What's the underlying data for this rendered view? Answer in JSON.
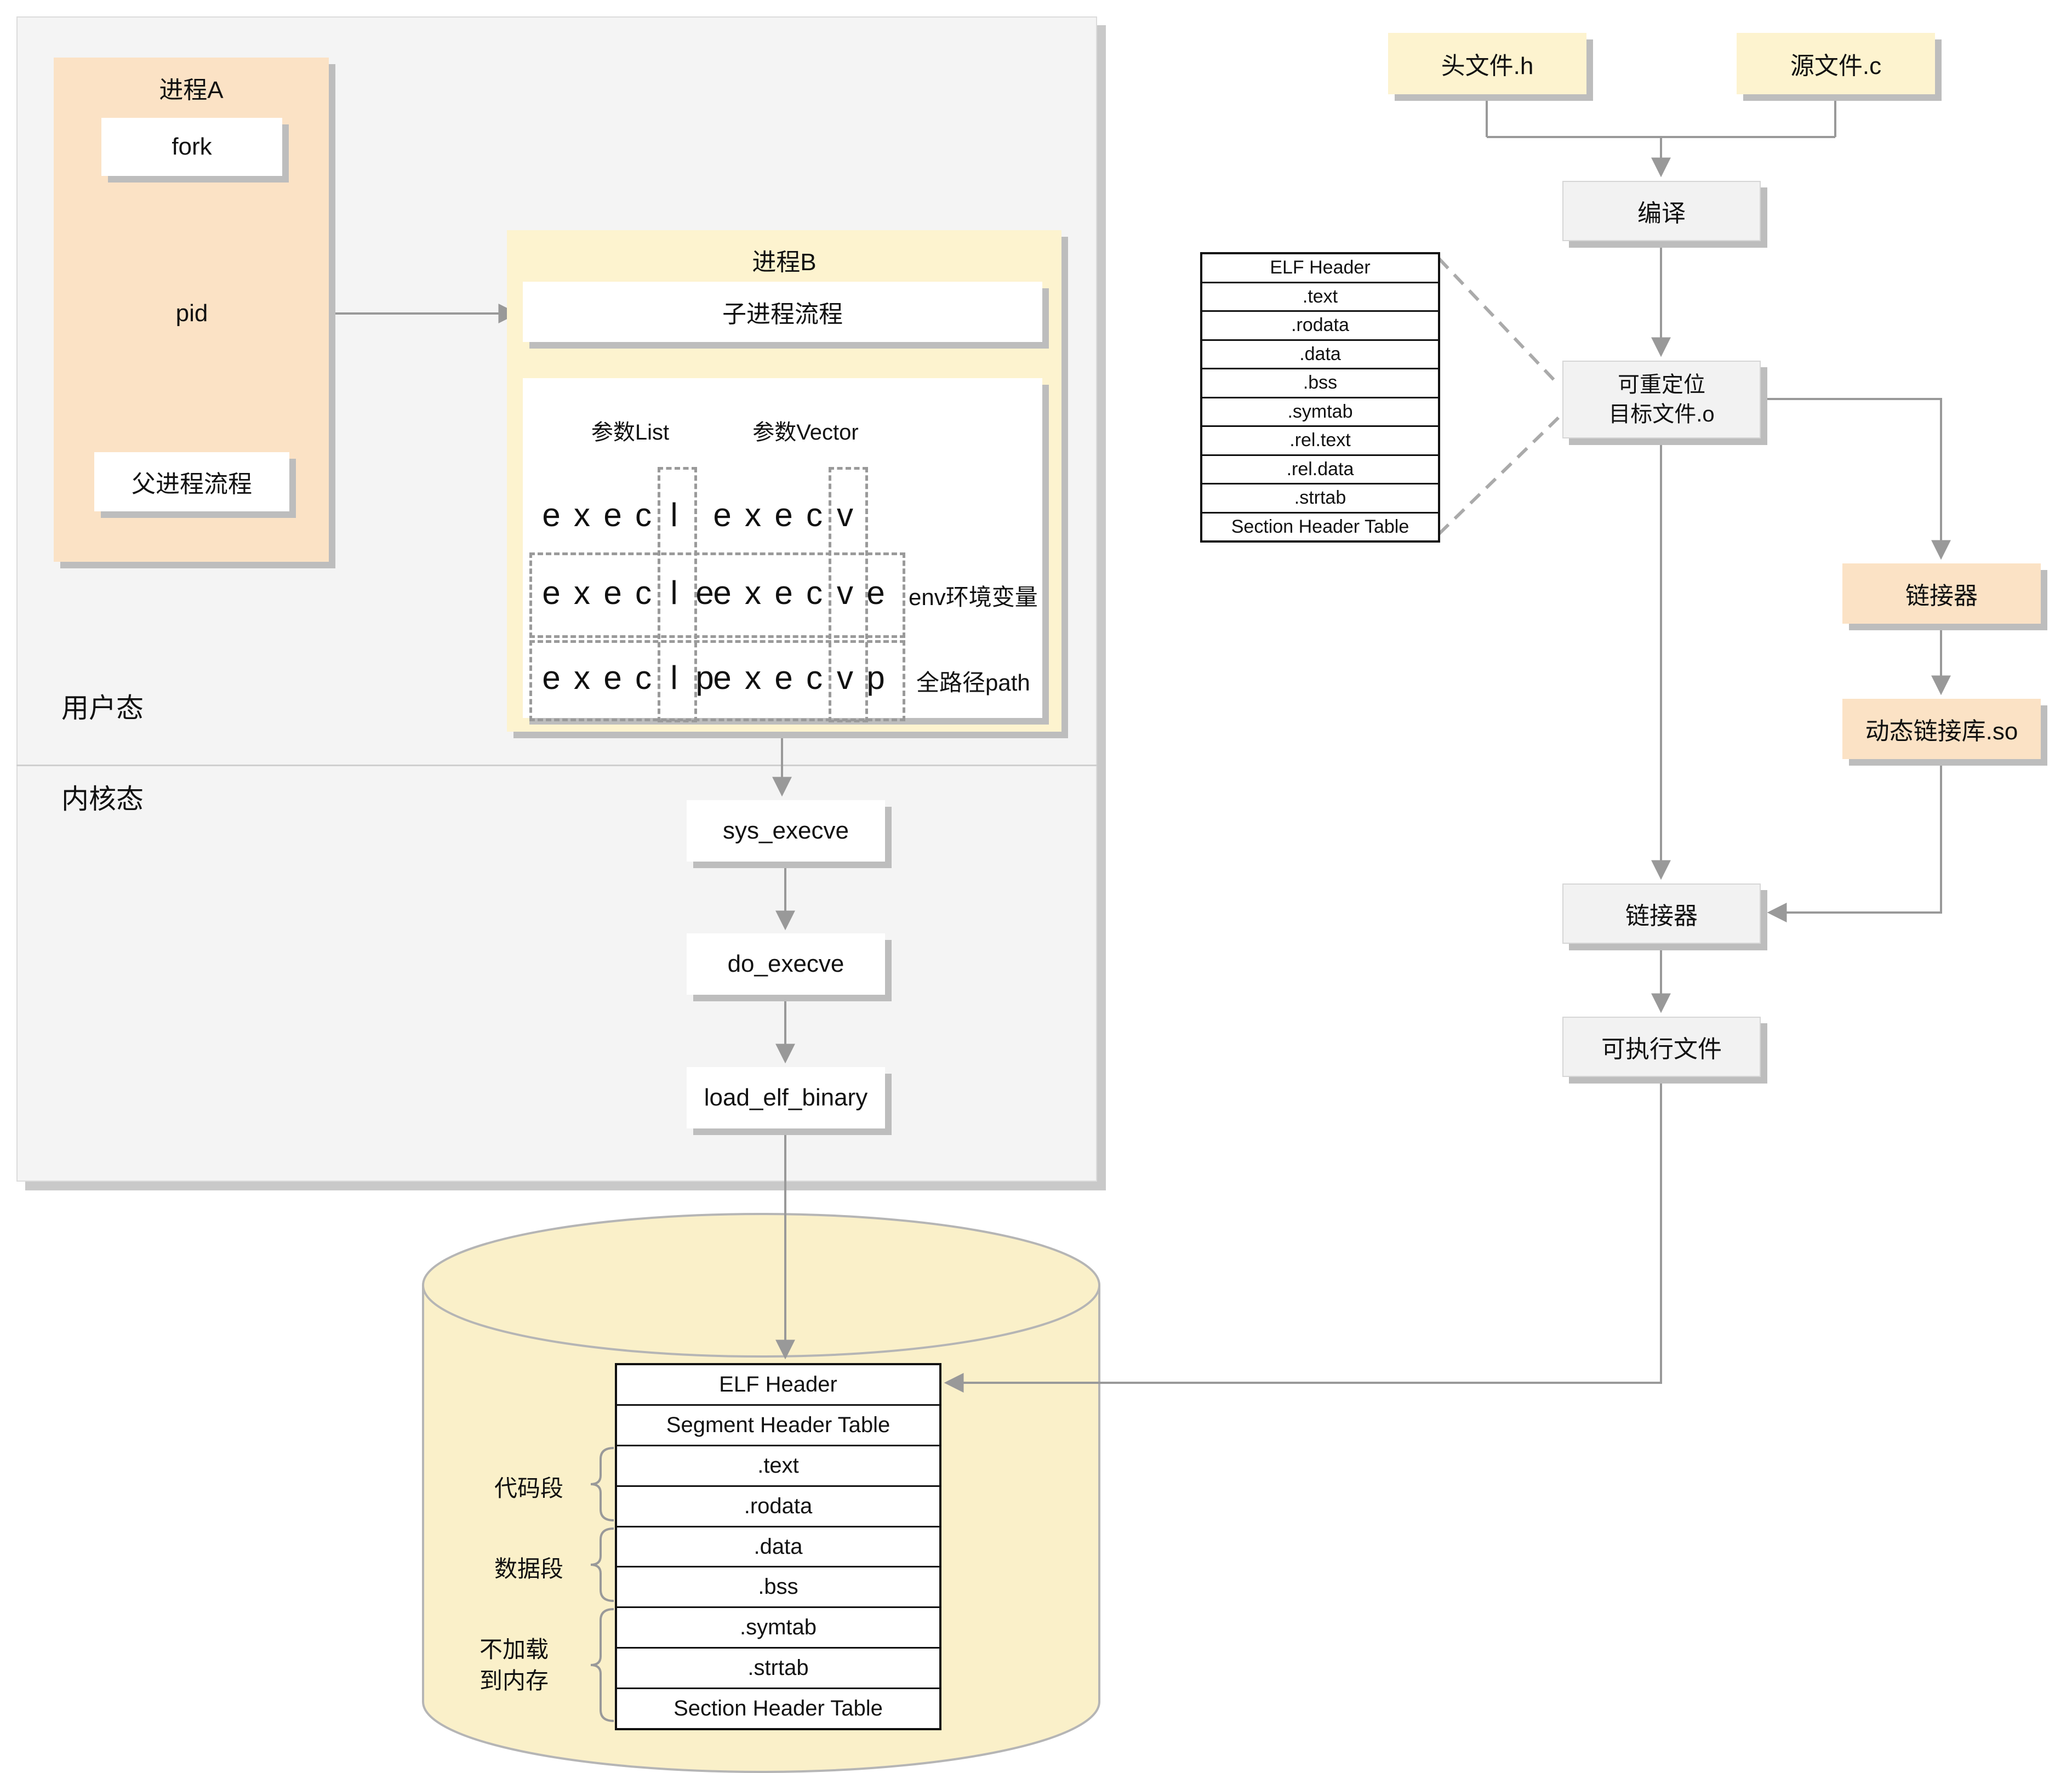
{
  "panel": {
    "user_mode": "用户态",
    "kernel_mode": "内核态"
  },
  "process_a": {
    "title": "进程A",
    "fork": "fork",
    "pid": "pid",
    "parent_flow": "父进程流程"
  },
  "process_b": {
    "title": "进程B",
    "child_flow": "子进程流程",
    "param_list": "参数List",
    "param_vector": "参数Vector",
    "exec_rows": [
      [
        "execl",
        "execv"
      ],
      [
        "execle",
        "execve"
      ],
      [
        "execlp",
        "execvp"
      ]
    ],
    "env_label": "env环境变量",
    "path_label": "全路径path"
  },
  "kernel_flow": [
    "sys_execve",
    "do_execve",
    "load_elf_binary"
  ],
  "memory": {
    "rows": [
      "ELF Header",
      "Segment Header Table",
      ".text",
      ".rodata",
      ".data",
      ".bss",
      ".symtab",
      ".strtab",
      "Section Header Table"
    ],
    "groups": [
      {
        "label": "代码段"
      },
      {
        "label": "数据段"
      },
      {
        "label": "不加载\n到内存"
      }
    ]
  },
  "object_file_sections": [
    "ELF Header",
    ".text",
    ".rodata",
    ".data",
    ".bss",
    ".symtab",
    ".rel.text",
    ".rel.data",
    ".strtab",
    "Section Header Table"
  ],
  "compile_flow": {
    "header_file": "头文件.h",
    "source_file": "源文件.c",
    "compile": "编译",
    "relocatable_object": "可重定位\n目标文件.o",
    "linker_dynamic": "链接器",
    "dynamic_lib": "动态链接库.so",
    "linker_main": "链接器",
    "executable": "可执行文件"
  },
  "colors": {
    "peach": "#fbe2c5",
    "yellow": "#fdf3cf",
    "cyl": "#faf0c9",
    "panel": "#f4f4f4",
    "boxgray": "#f2f2f2",
    "line": "#999999",
    "shadow": "#bdbdbd",
    "ink": "#111111"
  }
}
